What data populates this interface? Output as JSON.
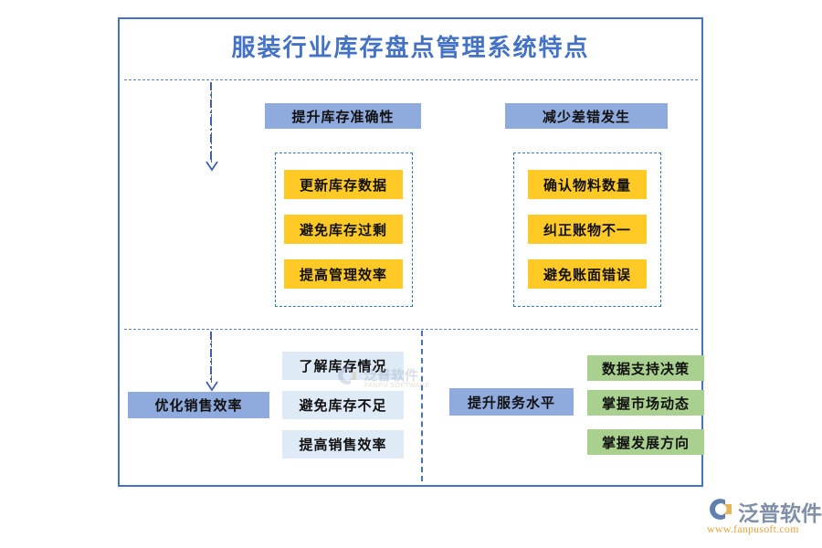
{
  "title": "服装行业库存盘点管理系统特点",
  "colors": {
    "frame_border": "#4472C4",
    "title_text": "#4472C4",
    "blue_box": "#8FAADC",
    "yellow_box": "#FFC926",
    "green_box": "#A9D08E",
    "lightblue_box": "#DEEAF6",
    "dashed_group": "#2E75D4",
    "divider": "#5B7FBF",
    "arrow": "#3F62A8",
    "logo_text": "#7F8FA6",
    "logo_url": "#E8A33D"
  },
  "top_section": {
    "left_branch": {
      "header": "提升库存准确性",
      "items": [
        "更新库存数据",
        "避免库存过剩",
        "提高管理效率"
      ]
    },
    "right_branch": {
      "header": "减少差错发生",
      "items": [
        "确认物料数量",
        "纠正账物不一",
        "避免账面错误"
      ]
    }
  },
  "bottom_section": {
    "left_branch": {
      "header": "优化销售效率",
      "items": [
        "了解库存情况",
        "避免库存不足",
        "提高销售效率"
      ]
    },
    "right_branch": {
      "header": "提升服务水平",
      "items": [
        "数据支持决策",
        "掌握市场动态",
        "掌握发展方向"
      ]
    }
  },
  "watermark": {
    "text": "泛普软件",
    "sub": "FANPU SOFTWARE"
  },
  "logo": {
    "name": "泛普软件",
    "url": "www.fanpusoft.com"
  }
}
